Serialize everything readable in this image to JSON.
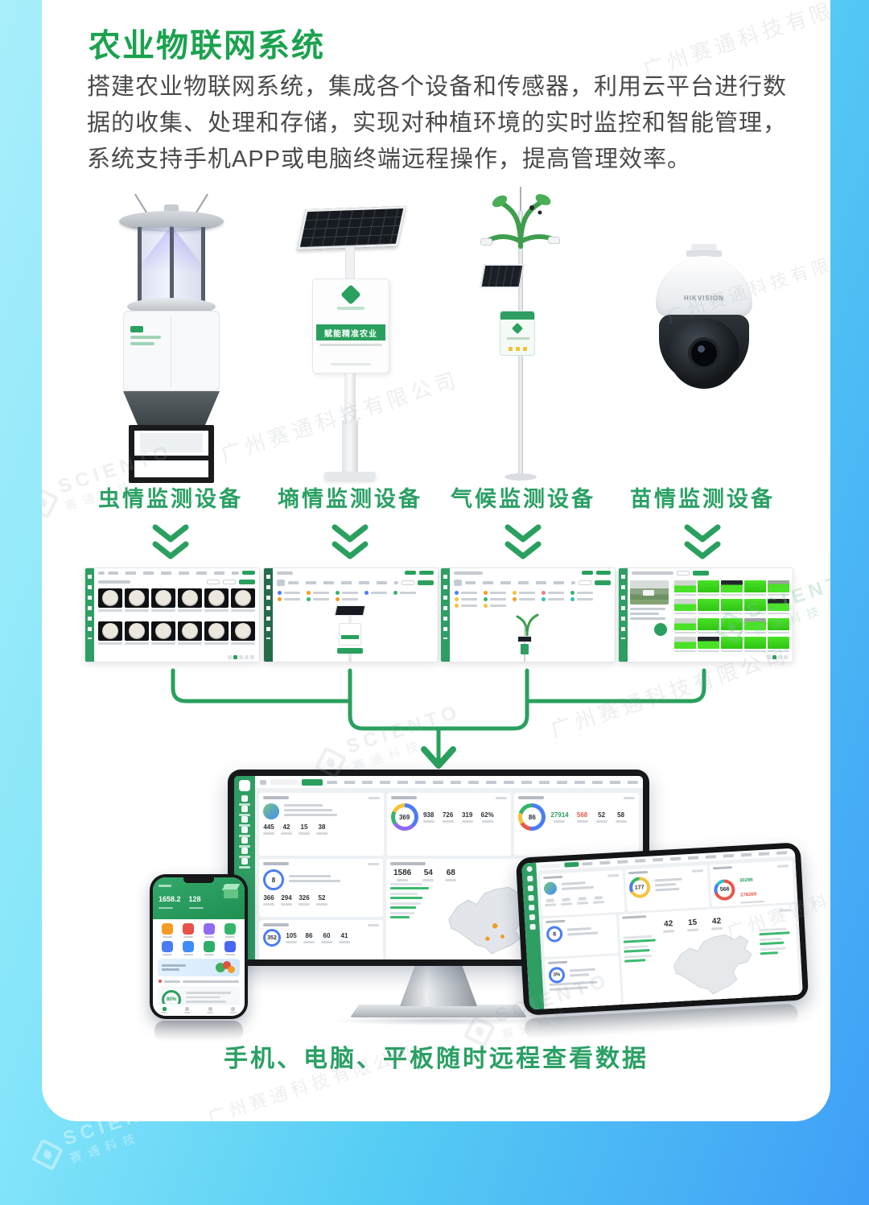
{
  "page": {
    "title": "农业物联网系统",
    "description": "搭建农业物联网系统，集成各个设备和传感器，利用云平台进行数据的收集、处理和存储，实现对种植环境的实时监控和智能管理，系统支持手机APP或电脑终端远程操作，提高管理效率。",
    "caption": "手机、电脑、平板随时远程查看数据",
    "colors": {
      "accent_green": "#1ba24f",
      "label_green": "#2aa064",
      "bg_blue": "#3f9ef6",
      "bg_cyan": "#a9eefb"
    }
  },
  "watermarks": {
    "company": "广州赛通科技有限公司",
    "brand": "SCIENTO",
    "brand_cn": "赛通科技"
  },
  "devices": [
    {
      "label": "虫情监测设备"
    },
    {
      "label": "墒情监测设备",
      "banner": "赋能精准农业"
    },
    {
      "label": "气候监测设备"
    },
    {
      "label": "苗情监测设备",
      "brand": "HIKVISION"
    }
  ],
  "monitor": {
    "profile_stats": [
      "445",
      "42",
      "15",
      "38"
    ],
    "device_donut": "369",
    "device_stats": [
      "938",
      "726",
      "319",
      "62%"
    ],
    "alarm_donut": "86",
    "alarm_green": "27914",
    "alarm_red": "568",
    "alarm_stats": [
      "52",
      "58"
    ],
    "task_circle": "8",
    "task_stats": [
      "366",
      "294",
      "326",
      "52"
    ],
    "map_stats": [
      "1586",
      "54",
      "68"
    ],
    "monitor_circle": "352",
    "monitor_stats": [
      "105",
      "86",
      "60",
      "41"
    ]
  },
  "phone": {
    "stat1": "1658.2",
    "stat2": "128",
    "donut": "80%"
  },
  "tablet": {
    "donut_yellow": "177",
    "donut_red": "566",
    "num_green": "30296",
    "num_red": "278269",
    "circle1": "8",
    "circle2": "3%",
    "map_stats": [
      "42",
      "15",
      "42"
    ]
  }
}
